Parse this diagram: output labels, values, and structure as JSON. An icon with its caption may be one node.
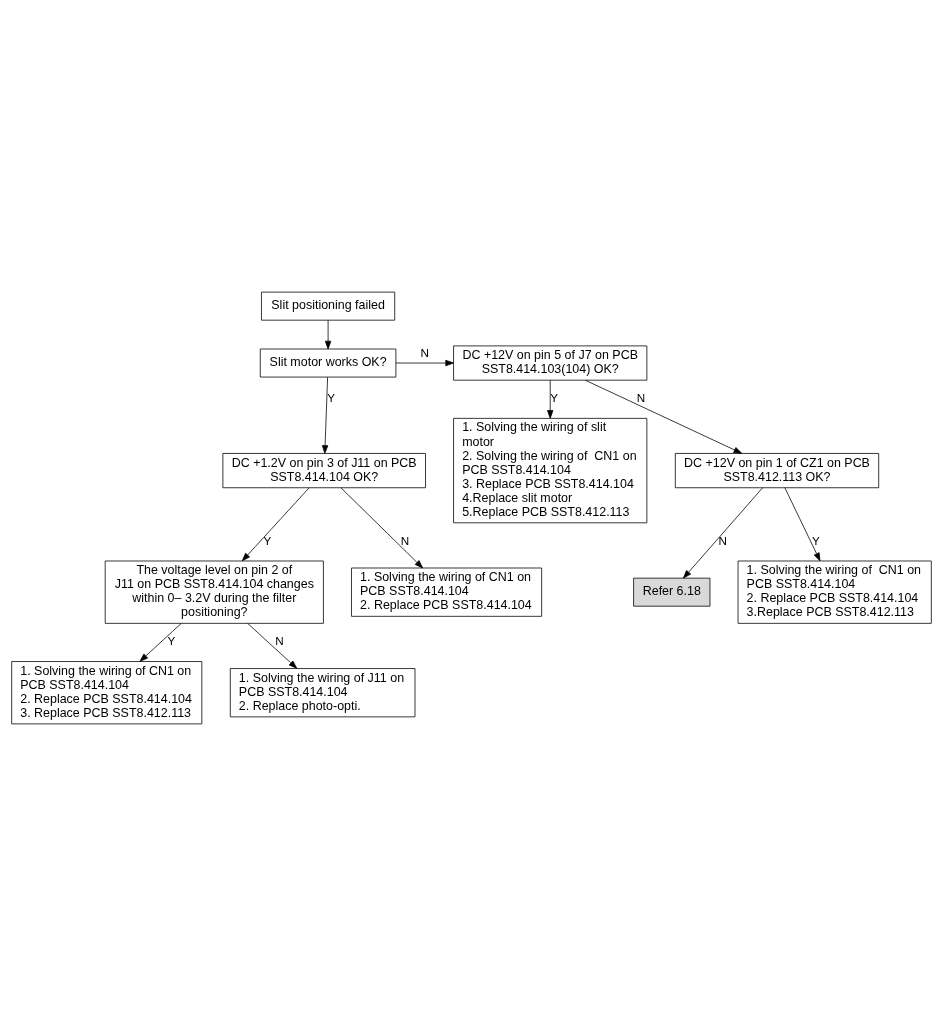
{
  "diagram": {
    "nodes": [
      {
        "text": [
          "Slit positioning failed"
        ]
      },
      {
        "text": [
          "Slit motor works OK?"
        ]
      },
      {
        "text": [
          "DC +1.2V on pin 3 of J11 on PCB SST8.414.104 OK?"
        ]
      },
      {
        "text": [
          "The voltage level on pin 2 of J11 on PCB SST8.414.104 changes within 0– 3.2V during the filter positioning?"
        ]
      },
      {
        "text": [
          "1. Solving the wiring of CN1 on PCB SST8.414.104",
          "2. Replace PCB SST8.414.104",
          "3. Replace PCB SST8.412.113"
        ]
      },
      {
        "text": [
          "1. Solving the wiring of J11 on PCB SST8.414.104",
          "2. Replace photo-opti."
        ]
      },
      {
        "text": [
          "1. Solving the wiring of CN1 on PCB SST8.414.104",
          "2. Replace PCB SST8.414.104"
        ]
      },
      {
        "text": [
          "DC +12V on pin 5 of J7 on PCB SST8.414.103(104) OK?"
        ]
      },
      {
        "text": [
          "1. Solving the wiring of slit motor",
          "2. Solving the wiring of  CN1 on PCB SST8.414.104",
          "3. Replace PCB SST8.414.104",
          "4.Replace slit motor",
          "5.Replace PCB SST8.412.113"
        ]
      },
      {
        "text": [
          "DC +12V on pin 1 of CZ1 on PCB SST8.412.113 OK?"
        ]
      },
      {
        "text": [
          "Refer 6.18"
        ]
      },
      {
        "text": [
          "1. Solving the wiring of  CN1 on PCB SST8.414.104",
          "2. Replace PCB SST8.414.104",
          "3.Replace PCB SST8.412.113"
        ]
      }
    ],
    "edges": [
      {
        "from": 0,
        "to": 1,
        "arrow": "to"
      },
      {
        "from": 1,
        "to": 7,
        "arrow": "to",
        "label": "N"
      },
      {
        "from": 1,
        "to": 2,
        "arrow": "to",
        "label": "Y"
      },
      {
        "from": 2,
        "to": 3,
        "arrow": "to",
        "label": "Y"
      },
      {
        "from": 3,
        "to": 4,
        "arrow": "to",
        "label": "Y"
      },
      {
        "from": 3,
        "to": 5,
        "arrow": "to",
        "label": "N"
      },
      {
        "from": 2,
        "to": 6,
        "arrow": "to",
        "label": "N"
      },
      {
        "from": 7,
        "to": 8,
        "arrow": "to",
        "label": "Y"
      },
      {
        "from": 7,
        "to": 9,
        "arrow": "to",
        "label": "N"
      },
      {
        "from": 9,
        "to": 10,
        "arrow": "to",
        "label": "N"
      },
      {
        "from": 9,
        "to": 11,
        "arrow": "to",
        "label": "Y"
      }
    ]
  }
}
